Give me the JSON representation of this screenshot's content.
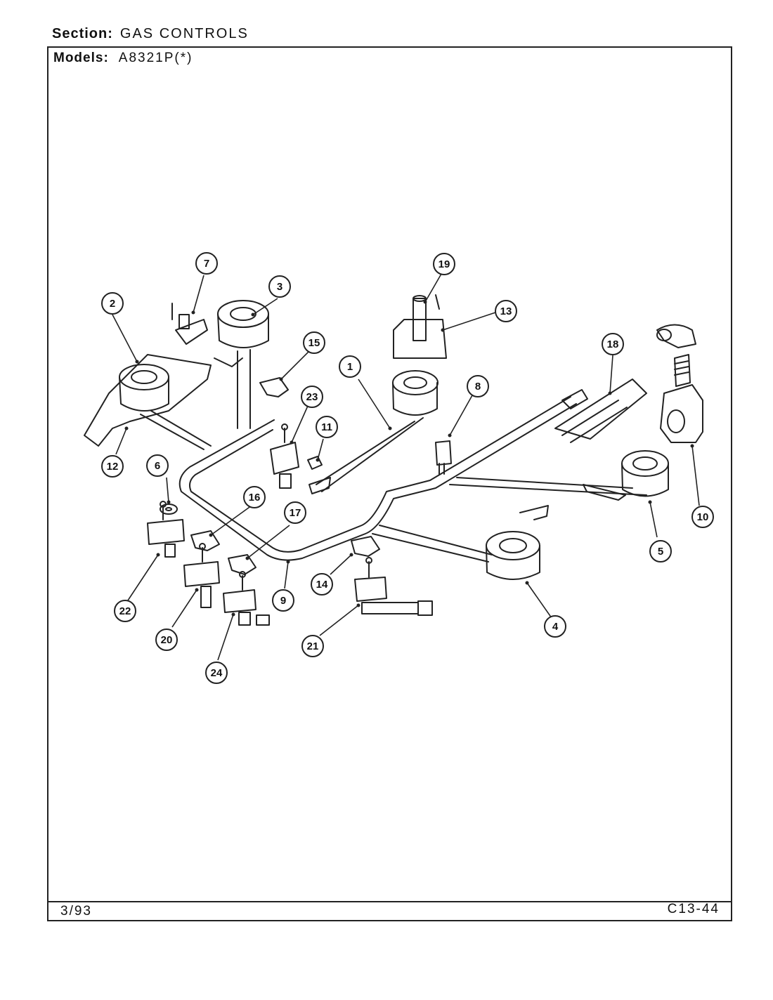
{
  "header": {
    "section_label": "Section:",
    "section_value": "GAS CONTROLS",
    "models_label": "Models:",
    "models_value": "A8321P(*)"
  },
  "footer": {
    "date": "3/93",
    "page_code": "C13-44"
  },
  "callouts": [
    "1",
    "2",
    "3",
    "4",
    "5",
    "6",
    "7",
    "8",
    "9",
    "10",
    "11",
    "12",
    "13",
    "14",
    "15",
    "16",
    "17",
    "18",
    "19",
    "20",
    "21",
    "22",
    "23",
    "24"
  ]
}
